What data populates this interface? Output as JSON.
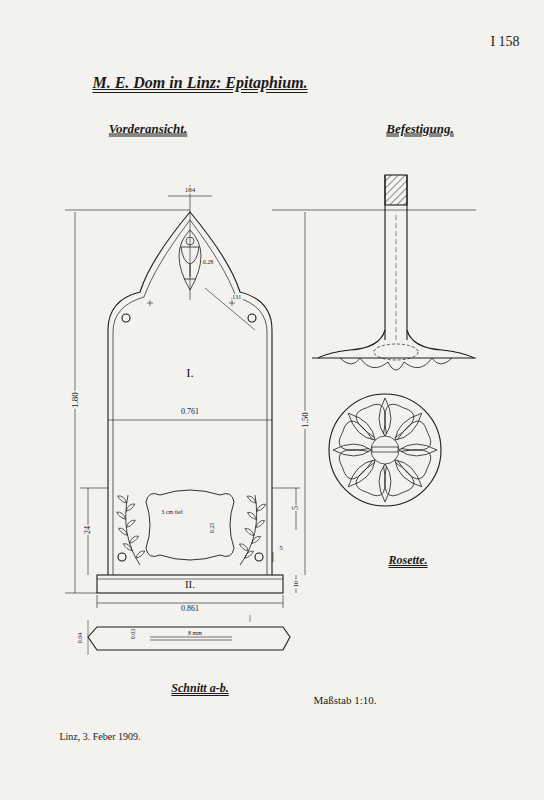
{
  "diagram": {
    "title": "M. E. Dom in Linz: Epitaphium.",
    "labels": [
      "I 158",
      "Vorderansicht.",
      "Befestigung.",
      "184",
      "0.28",
      ".131",
      "1.80",
      "1.50",
      "I.",
      "0.761",
      "24",
      "5",
      "3 cm tief",
      "0.25",
      "II.",
      "10",
      "5",
      "0.861",
      "0.04",
      "0.03",
      "8 mm",
      "Rosette.",
      "Schnitt a-b.",
      "Maßstab 1:10.",
      "Linz, 3. Feber 1909."
    ]
  }
}
